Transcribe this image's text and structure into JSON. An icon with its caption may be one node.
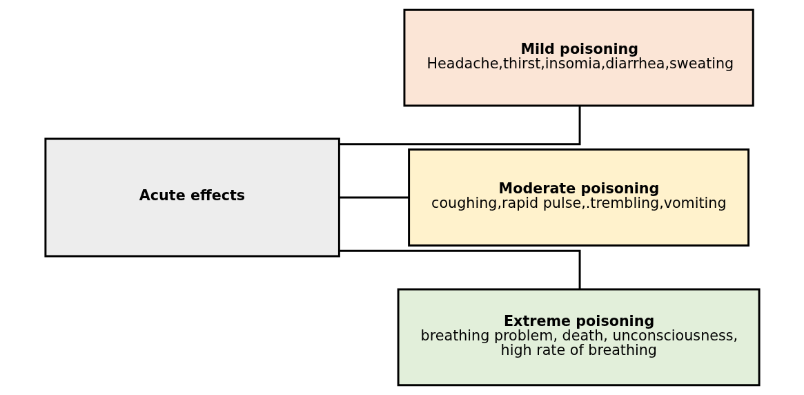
{
  "diagram": {
    "nodes": [
      {
        "text": [
          "Acute effects"
        ]
      },
      {
        "text": [
          "Mild poisoning",
          "Headache,thirst,insomia,diarrhea,sweating"
        ]
      },
      {
        "text": [
          "Moderate poisoning",
          "coughing,rapid pulse,.trembling,vomiting"
        ]
      },
      {
        "text": [
          "Extreme poisoning",
          "breathing problem, death, unconsciousness, high rate of breathing"
        ]
      }
    ],
    "edges": [
      {
        "from": 0,
        "to": 1,
        "arrow": "none"
      },
      {
        "from": 0,
        "to": 2,
        "arrow": "none"
      },
      {
        "from": 0,
        "to": 3,
        "arrow": "none"
      }
    ]
  }
}
